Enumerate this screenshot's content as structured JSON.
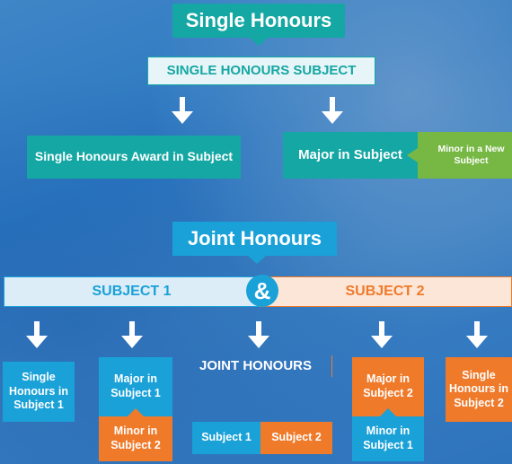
{
  "single": {
    "title": "Single Honours",
    "subject": "SINGLE HONOURS SUBJECT",
    "award": "Single Honours Award in Subject",
    "major": "Major in Subject",
    "minor": "Minor in a New Subject"
  },
  "joint": {
    "title": "Joint Honours",
    "subject1": "SUBJECT 1",
    "subject2": "SUBJECT 2",
    "ampersand": "&",
    "single_s1": "Single Honours in Subject 1",
    "major_s1": "Major in Subject 1",
    "minor_s2": "Minor in Subject 2",
    "joint_label": "JOINT HONOURS",
    "joint_s1": "Subject 1",
    "joint_s2": "Subject 2",
    "major_s2": "Major in Subject 2",
    "minor_s1": "Minor in Subject 1",
    "single_s2": "Single Honours in Subject 2"
  },
  "colors": {
    "teal": "#15a7a3",
    "cyan": "#1aa1d8",
    "orange": "#ef7a2a",
    "green": "#76b843",
    "subject1_band": "#dcedf8",
    "subject2_band": "#fce6d7"
  },
  "icons": [
    "down-arrow-icon"
  ]
}
